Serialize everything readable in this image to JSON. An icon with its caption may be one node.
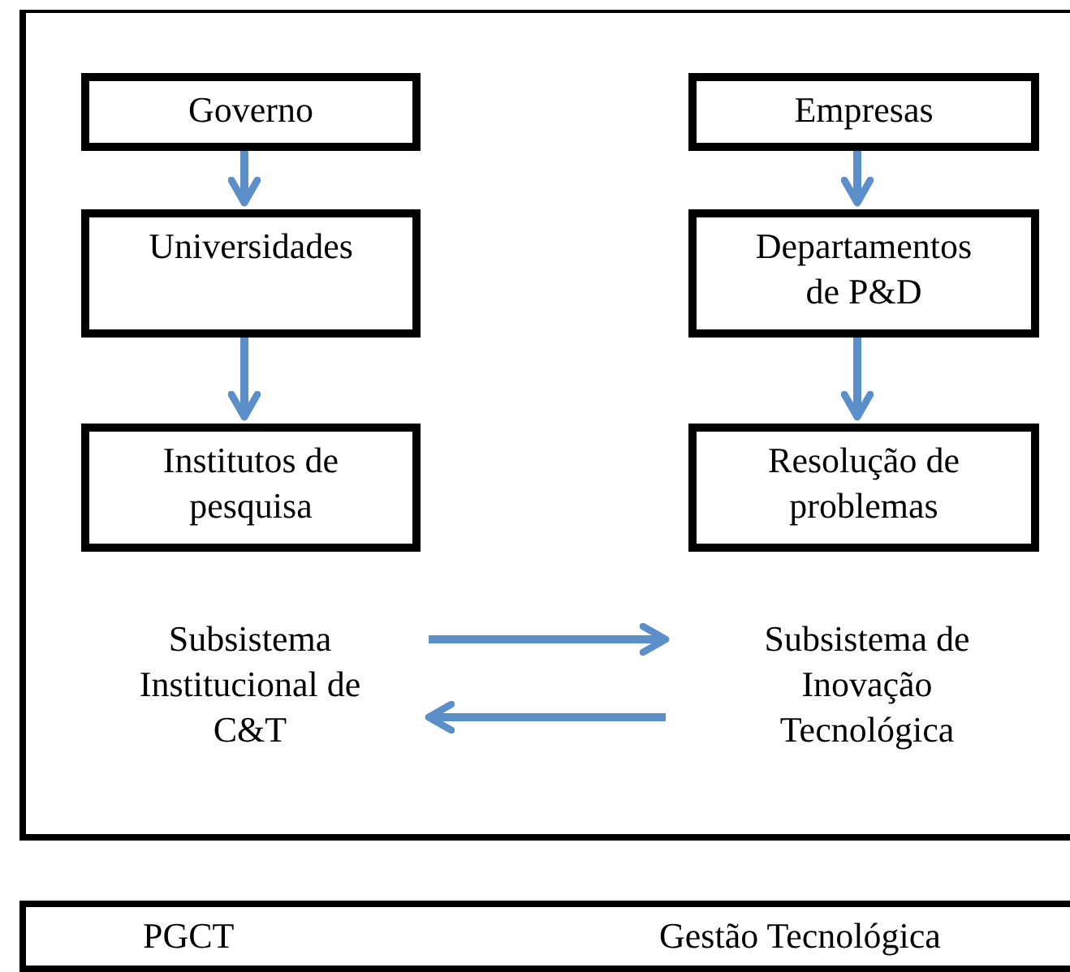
{
  "diagram": {
    "nodes": [
      {
        "text": [],
        "shape": "box"
      },
      {
        "text": [
          "Governo"
        ],
        "in": 0
      },
      {
        "text": [
          "Universidades"
        ],
        "in": 0
      },
      {
        "text": [
          "Institutos de pesquisa"
        ],
        "in": 0
      },
      {
        "text": [
          "Empresas"
        ],
        "in": 0
      },
      {
        "text": [
          "Departamentos de P&D"
        ],
        "in": 0
      },
      {
        "text": [
          "Resolução de problemas"
        ],
        "in": 0
      },
      {
        "text": [
          "Subsistema Institucional de C&T"
        ],
        "in": 0
      },
      {
        "text": [
          "Subsistema de Inovação Tecnológica"
        ],
        "in": 0
      },
      {
        "text": [
          "PGCT",
          "Gestão Tecnológica"
        ]
      }
    ],
    "edges": [
      {
        "from": 1,
        "to": 2,
        "arrow": "to"
      },
      {
        "from": 2,
        "to": 3,
        "arrow": "to"
      },
      {
        "from": 4,
        "to": 5,
        "arrow": "to"
      },
      {
        "from": 5,
        "to": 6,
        "arrow": "to"
      },
      {
        "from": 7,
        "to": 8,
        "arrow": "to"
      },
      {
        "from": 8,
        "to": 7,
        "arrow": "to"
      }
    ]
  }
}
